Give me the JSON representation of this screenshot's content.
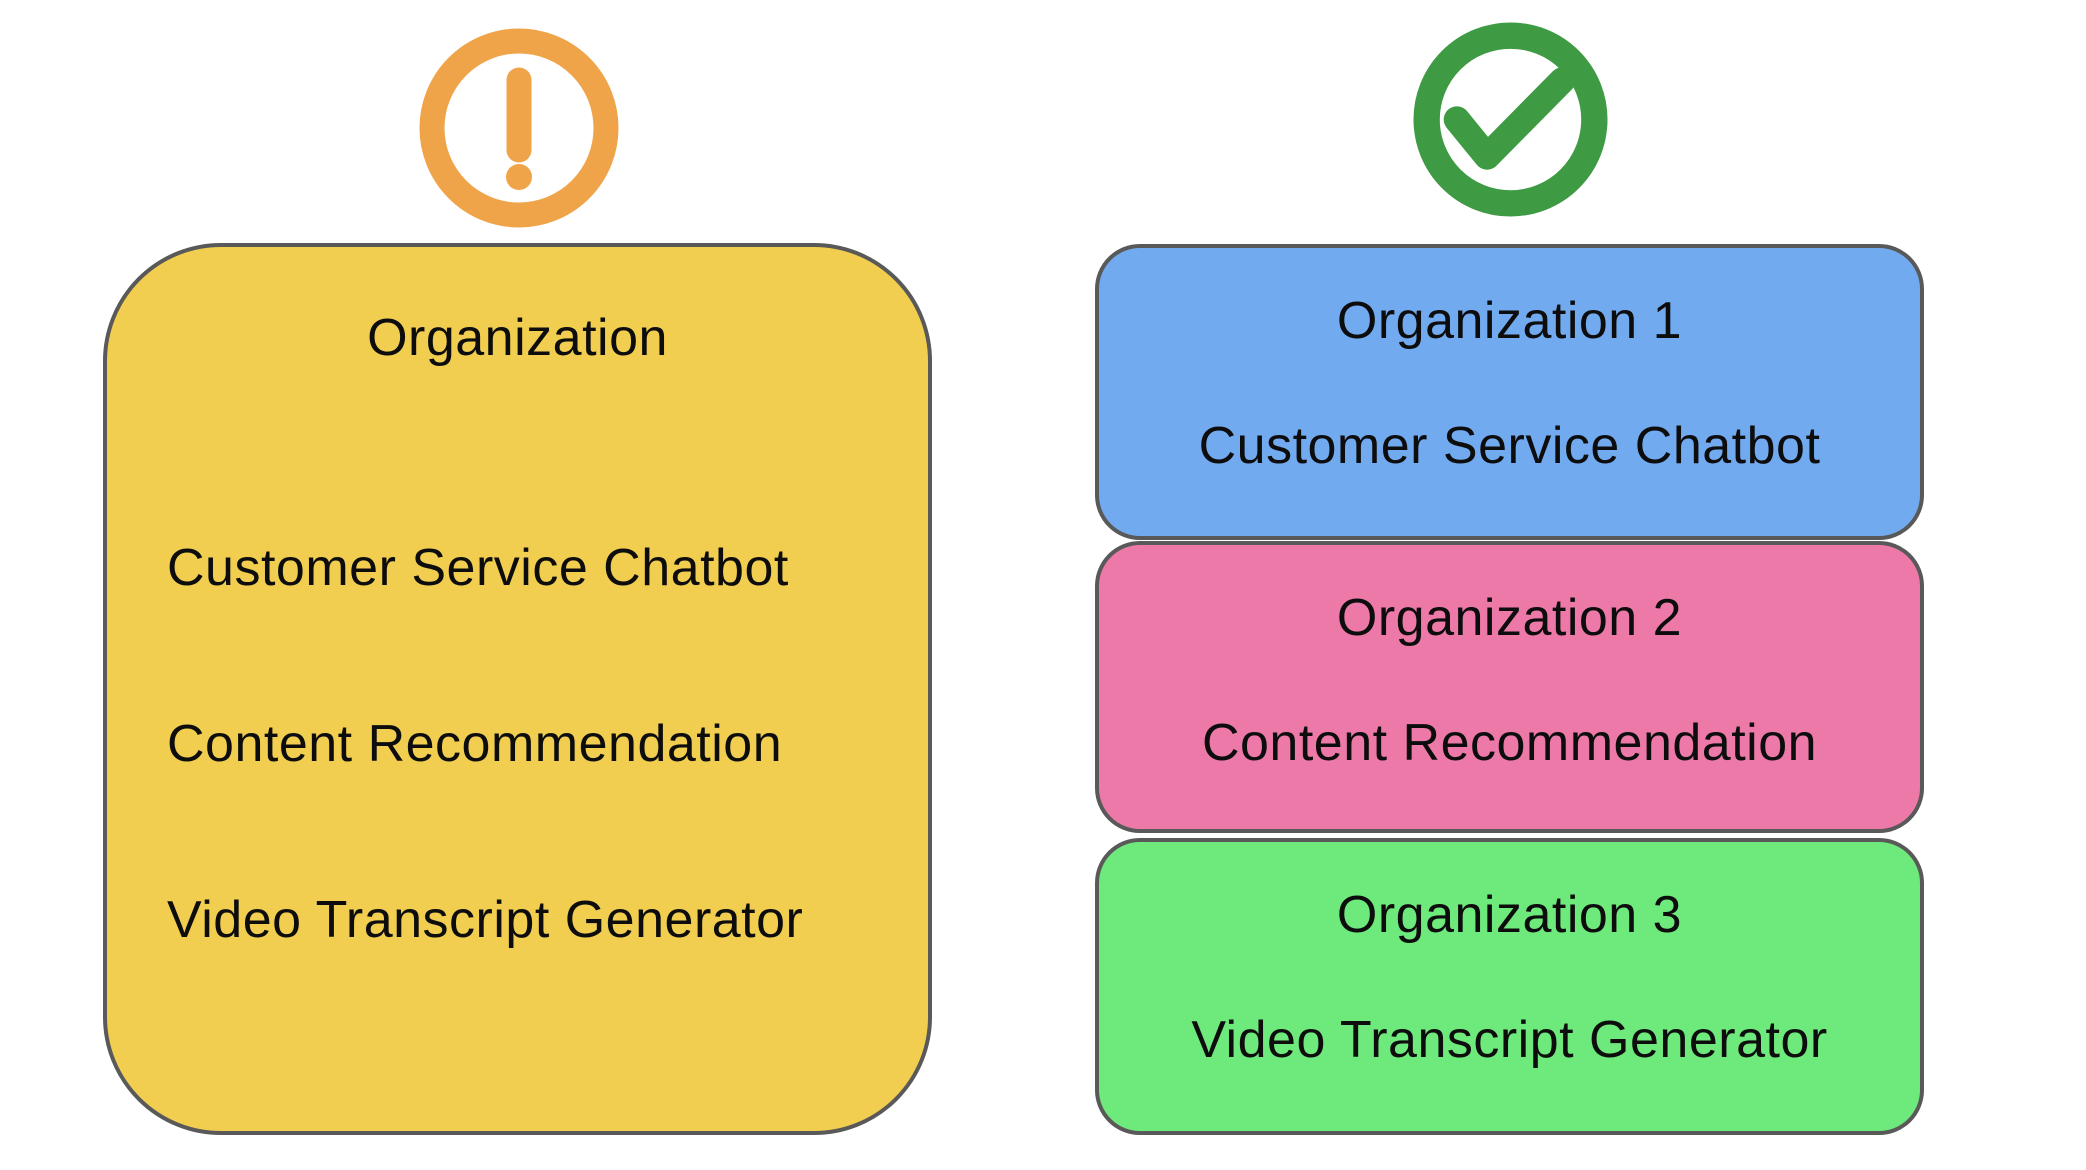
{
  "colors": {
    "outline": "#595959",
    "text": "#0d0d0d",
    "warning_icon": "#F0A44A",
    "check_icon": "#3E9B43",
    "single_org_bg": "#F2CE50",
    "org1_bg": "#72AAF0",
    "org2_bg": "#ED79A9",
    "org3_bg": "#6EE97C"
  },
  "left_panel": {
    "icon": "warning-exclamation-circle",
    "box": {
      "title": "Organization",
      "items": [
        "Customer Service Chatbot",
        "Content Recommendation",
        "Video Transcript Generator"
      ],
      "bg": "#F2CE50"
    }
  },
  "right_panel": {
    "icon": "check-circle",
    "boxes": [
      {
        "title": "Organization 1",
        "item": "Customer Service Chatbot",
        "bg": "#72AAF0"
      },
      {
        "title": "Organization 2",
        "item": "Content Recommendation",
        "bg": "#ED79A9"
      },
      {
        "title": "Organization 3",
        "item": "Video Transcript Generator",
        "bg": "#6EE97C"
      }
    ]
  }
}
